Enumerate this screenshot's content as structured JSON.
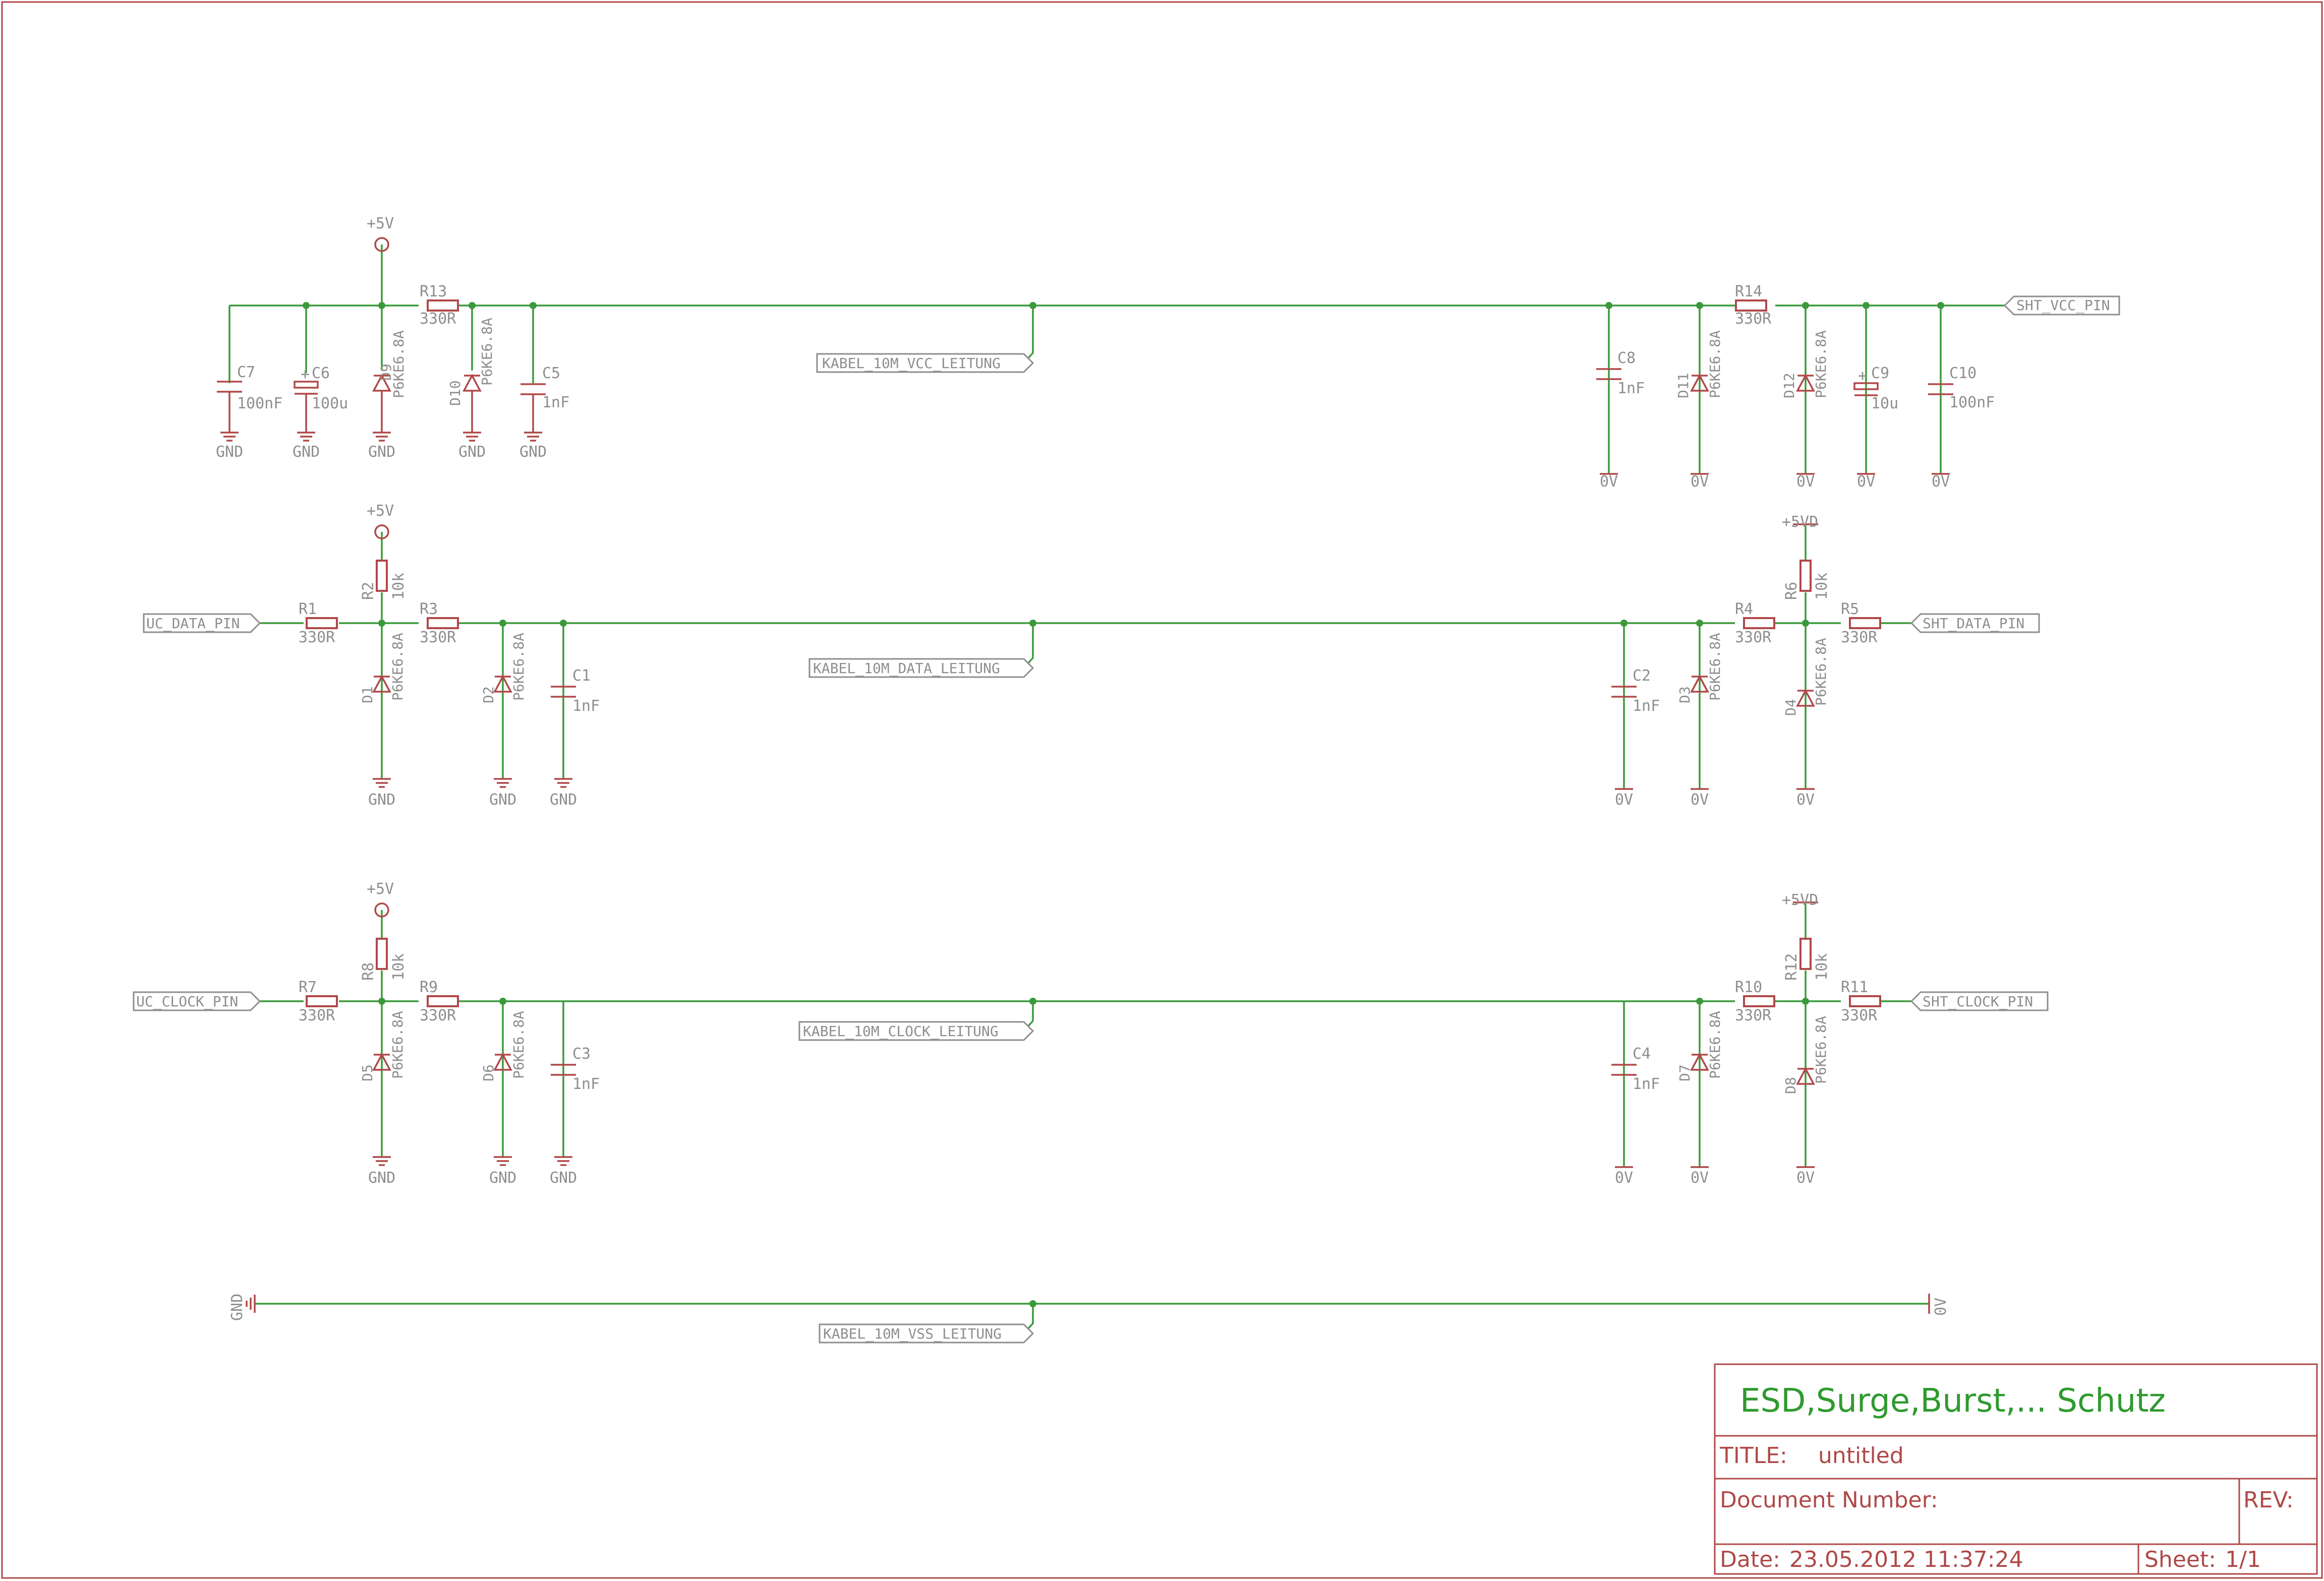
{
  "title_block": {
    "heading": "ESD,Surge,Burst,... Schutz",
    "title_label": "TITLE:",
    "title_value": "untitled",
    "docnum_label": "Document Number:",
    "rev_label": "REV:",
    "date_label": "Date:",
    "date_value": "23.05.2012 11:37:24",
    "sheet_label": "Sheet:",
    "sheet_value": "1/1"
  },
  "nets": {
    "vcc_cable": "KABEL_10M_VCC_LEITUNG",
    "data_cable": "KABEL_10M_DATA_LEITUNG",
    "clock_cable": "KABEL_10M_CLOCK_LEITUNG",
    "vss_cable": "KABEL_10M_VSS_LEITUNG",
    "sht_vcc_pin": "SHT_VCC_PIN",
    "uc_data_pin": "UC_DATA_PIN",
    "sht_data_pin": "SHT_DATA_PIN",
    "uc_clock_pin": "UC_CLOCK_PIN",
    "sht_clock_pin": "SHT_CLOCK_PIN"
  },
  "supplies": {
    "p5v": "+5V",
    "p5vd": "+5VD",
    "gnd": "GND",
    "zero": "0V"
  },
  "parts": {
    "R1": {
      "name": "R1",
      "value": "330R"
    },
    "R2": {
      "name": "R2",
      "value": "10k"
    },
    "R3": {
      "name": "R3",
      "value": "330R"
    },
    "R4": {
      "name": "R4",
      "value": "330R"
    },
    "R5": {
      "name": "R5",
      "value": "330R"
    },
    "R6": {
      "name": "R6",
      "value": "10k"
    },
    "R7": {
      "name": "R7",
      "value": "330R"
    },
    "R8": {
      "name": "R8",
      "value": "10k"
    },
    "R9": {
      "name": "R9",
      "value": "330R"
    },
    "R10": {
      "name": "R10",
      "value": "330R"
    },
    "R11": {
      "name": "R11",
      "value": "330R"
    },
    "R12": {
      "name": "R12",
      "value": "10k"
    },
    "R13": {
      "name": "R13",
      "value": "330R"
    },
    "R14": {
      "name": "R14",
      "value": "330R"
    },
    "C1": {
      "name": "C1",
      "value": "1nF"
    },
    "C2": {
      "name": "C2",
      "value": "1nF"
    },
    "C3": {
      "name": "C3",
      "value": "1nF"
    },
    "C4": {
      "name": "C4",
      "value": "1nF"
    },
    "C5": {
      "name": "C5",
      "value": "1nF"
    },
    "C6": {
      "name": "C6",
      "value": "100u"
    },
    "C7": {
      "name": "C7",
      "value": "100nF"
    },
    "C8": {
      "name": "C8",
      "value": "1nF"
    },
    "C9": {
      "name": "C9",
      "value": "10u"
    },
    "C10": {
      "name": "C10",
      "value": "100nF"
    },
    "D1": {
      "name": "D1",
      "value": "P6KE6.8A"
    },
    "D2": {
      "name": "D2",
      "value": "P6KE6.8A"
    },
    "D3": {
      "name": "D3",
      "value": "P6KE6.8A"
    },
    "D4": {
      "name": "D4",
      "value": "P6KE6.8A"
    },
    "D5": {
      "name": "D5",
      "value": "P6KE6.8A"
    },
    "D6": {
      "name": "D6",
      "value": "P6KE6.8A"
    },
    "D7": {
      "name": "D7",
      "value": "P6KE6.8A"
    },
    "D8": {
      "name": "D8",
      "value": "P6KE6.8A"
    },
    "D9": {
      "name": "D9",
      "value": "P6KE6.8A"
    },
    "D10": {
      "name": "D10",
      "value": "P6KE6.8A"
    },
    "D11": {
      "name": "D11",
      "value": "P6KE6.8A"
    },
    "D12": {
      "name": "D12",
      "value": "P6KE6.8A"
    }
  },
  "colors": {
    "wire": "#3a9a3a",
    "part": "#b04848",
    "label": "#8e8e8e",
    "heading": "#2f9a2f"
  }
}
